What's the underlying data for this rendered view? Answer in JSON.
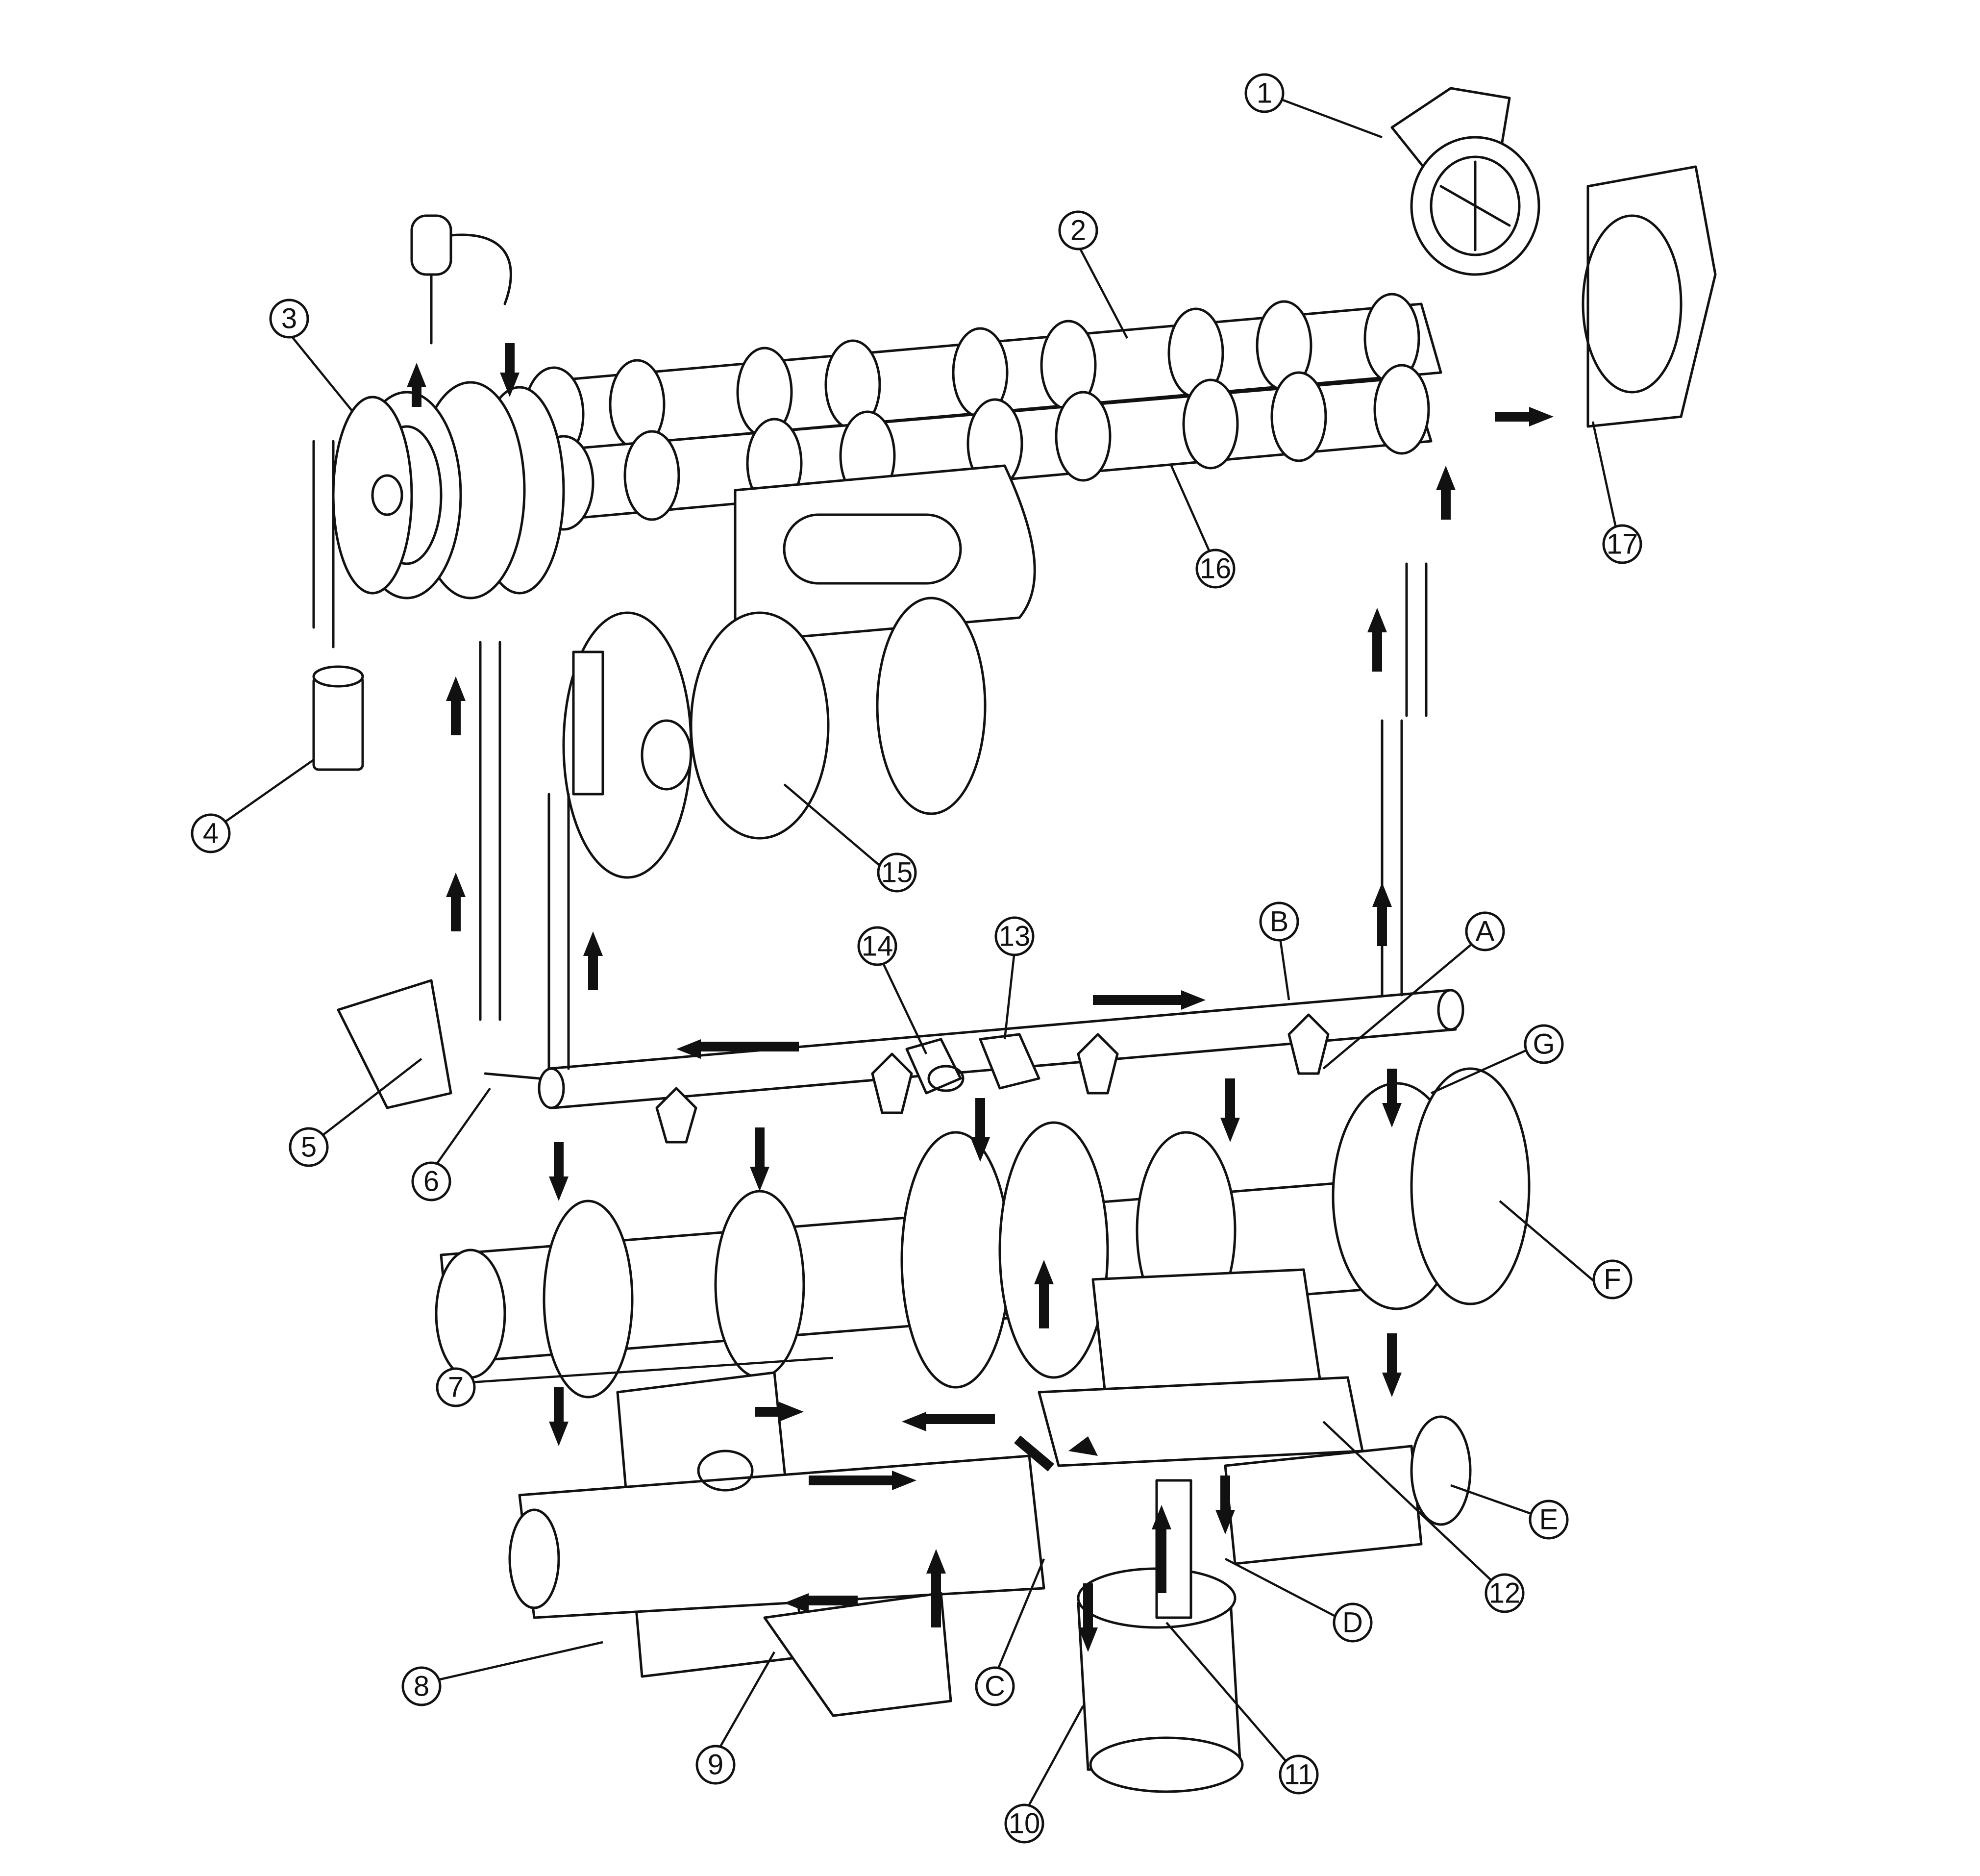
{
  "callouts": {
    "c1": "1",
    "c2": "2",
    "c3": "3",
    "c4": "4",
    "c5": "5",
    "c6": "6",
    "c7": "7",
    "c8": "8",
    "c9": "9",
    "c10": "10",
    "c11": "11",
    "c12": "12",
    "c13": "13",
    "c14": "14",
    "c15": "15",
    "c16": "16",
    "c17": "17",
    "cA": "A",
    "cB": "B",
    "cC": "C",
    "cD": "D",
    "cE": "E",
    "cF": "F",
    "cG": "G"
  },
  "colors": {
    "line": "#111111",
    "background": "#ffffff"
  },
  "arrow_icon": "flow-arrow-icon"
}
